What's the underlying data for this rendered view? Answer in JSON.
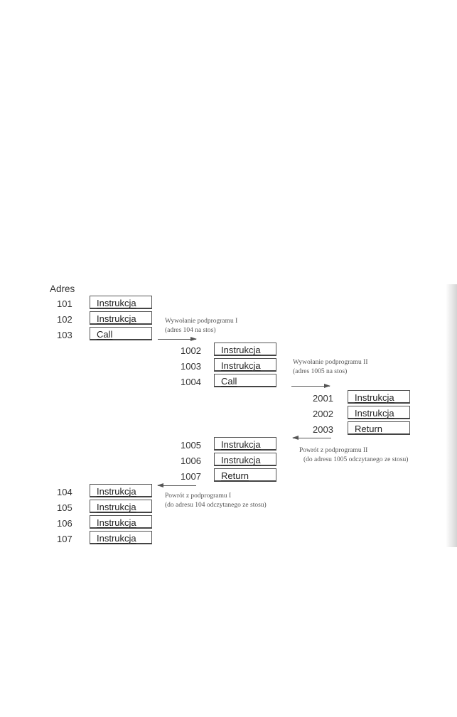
{
  "header": {
    "address_label": "Adres"
  },
  "main_program": {
    "rows": [
      {
        "address": "101",
        "instruction": "Instrukcja"
      },
      {
        "address": "102",
        "instruction": "Instrukcja"
      },
      {
        "address": "103",
        "instruction": "Call"
      }
    ]
  },
  "subprogram_1": {
    "rows": [
      {
        "address": "1002",
        "instruction": "Instrukcja"
      },
      {
        "address": "1003",
        "instruction": "Instrukcja"
      },
      {
        "address": "1004",
        "instruction": "Call"
      }
    ]
  },
  "subprogram_2": {
    "rows": [
      {
        "address": "2001",
        "instruction": "Instrukcja"
      },
      {
        "address": "2002",
        "instruction": "Instrukcja"
      },
      {
        "address": "2003",
        "instruction": "Return"
      }
    ]
  },
  "subprogram_1_continued": {
    "rows": [
      {
        "address": "1005",
        "instruction": "Instrukcja"
      },
      {
        "address": "1006",
        "instruction": "Instrukcja"
      },
      {
        "address": "1007",
        "instruction": "Return"
      }
    ]
  },
  "main_program_continued": {
    "rows": [
      {
        "address": "104",
        "instruction": "Instrukcja"
      },
      {
        "address": "105",
        "instruction": "Instrukcja"
      },
      {
        "address": "106",
        "instruction": "Instrukcja"
      },
      {
        "address": "107",
        "instruction": "Instrukcja"
      }
    ]
  },
  "annotations": {
    "call_1": {
      "line1": "Wywołanie podprogramu I",
      "line2": "(adres 104 na stos)"
    },
    "call_2": {
      "line1": "Wywołanie podprogramu II",
      "line2": "(adres 1005 na stos)"
    },
    "return_2": {
      "line1": "Powrót z podprogramu II",
      "line2": "(do adresu 1005 odczytanego ze stosu)"
    },
    "return_1": {
      "line1": "Powrót z podprogramu I",
      "line2": "(do adresu 104 odczytanego ze stosu)"
    }
  }
}
